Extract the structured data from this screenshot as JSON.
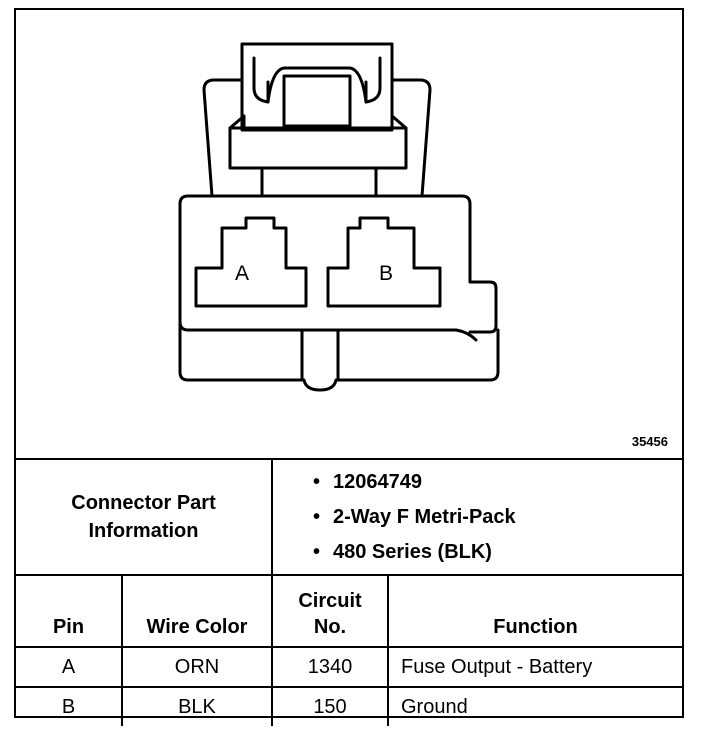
{
  "figure": {
    "number": "35456",
    "cavity_a_label": "A",
    "cavity_b_label": "B"
  },
  "connector_part": {
    "label_line1": "Connector Part",
    "label_line2": "Information",
    "items": [
      {
        "bullet": "•",
        "text": "12064749"
      },
      {
        "bullet": "•",
        "text": "2-Way F Metri-Pack"
      },
      {
        "bullet": "•",
        "text": "480 Series (BLK)"
      }
    ]
  },
  "columns": {
    "pin": "Pin",
    "wire_color": "Wire Color",
    "circuit_line1": "Circuit",
    "circuit_line2": "No.",
    "function": "Function"
  },
  "rows": [
    {
      "pin": "A",
      "wire_color": "ORN",
      "circuit": "1340",
      "function": "Fuse Output - Battery"
    },
    {
      "pin": "B",
      "wire_color": "BLK",
      "circuit": "150",
      "function": "Ground"
    }
  ]
}
